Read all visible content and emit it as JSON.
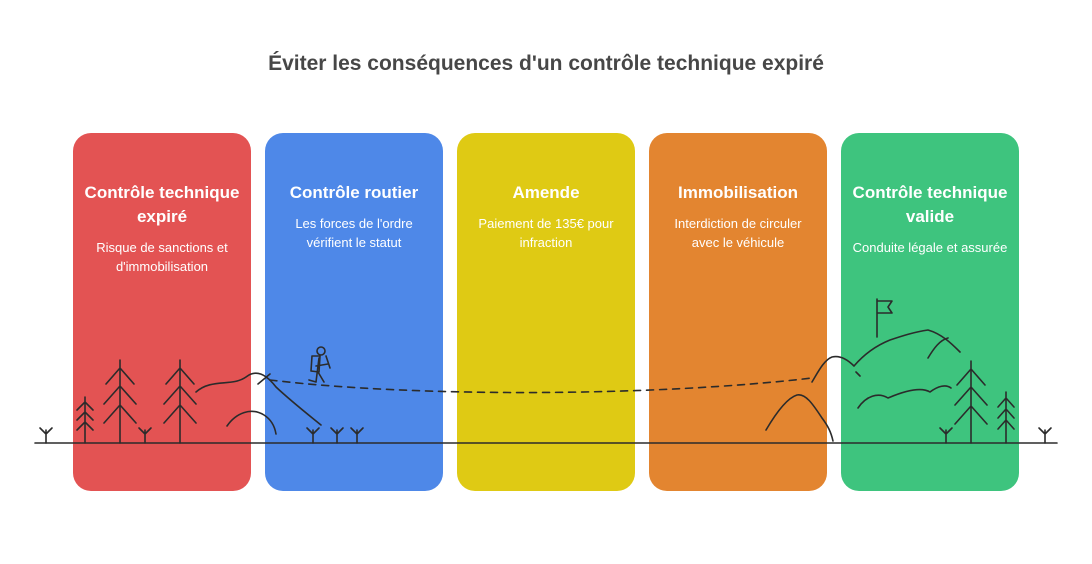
{
  "title": "Éviter les conséquences d'un contrôle technique expiré",
  "cards": [
    {
      "title": "Contrôle technique expiré",
      "description": "Risque de sanctions et d'immobilisation",
      "color": "#E35353"
    },
    {
      "title": "Contrôle routier",
      "description": "Les forces de l'ordre vérifient le statut",
      "color": "#4E88E8"
    },
    {
      "title": "Amende",
      "description": "Paiement de 135€ pour infraction",
      "color": "#DFCA14"
    },
    {
      "title": "Immobilisation",
      "description": "Interdiction de circuler avec le véhicule",
      "color": "#E38530"
    },
    {
      "title": "Contrôle technique valide",
      "description": "Conduite légale et assurée",
      "color": "#3EC47E"
    }
  ],
  "icons": [
    "pine-tree-icon",
    "hiker-icon",
    "mountain-icon",
    "flag-icon",
    "grass-icon"
  ]
}
